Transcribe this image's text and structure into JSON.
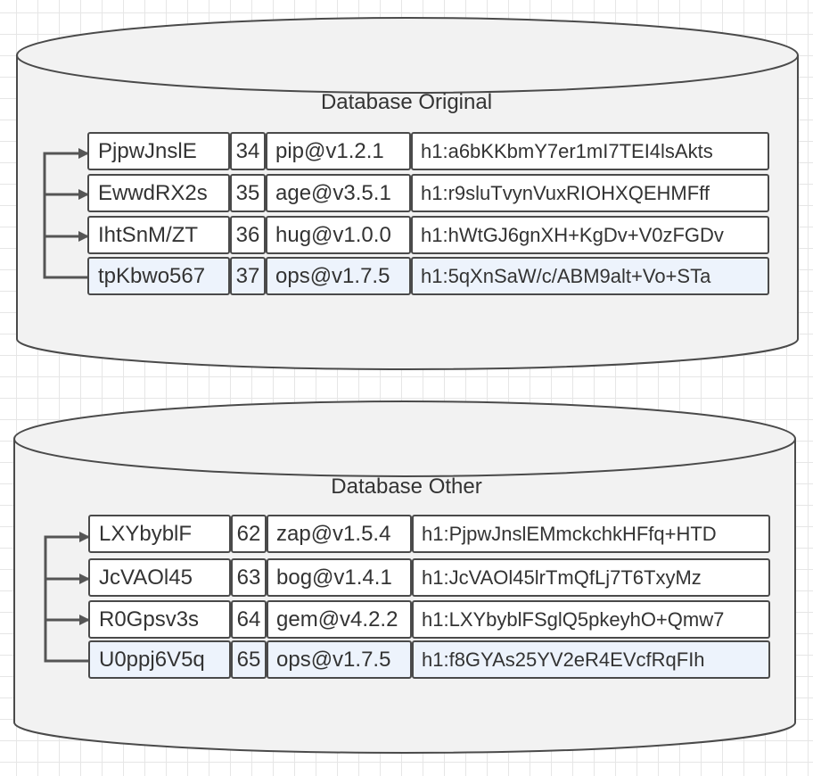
{
  "databases": [
    {
      "title": "Database Original",
      "records": [
        {
          "id": "PjpwJnslE",
          "num": "34",
          "pkg": "pip@v1.2.1",
          "hash": "h1:a6bKKbmY7er1mI7TEI4lsAkts",
          "highlighted": false
        },
        {
          "id": "EwwdRX2s",
          "num": "35",
          "pkg": "age@v3.5.1",
          "hash": "h1:r9sluTvynVuxRIOHXQEHMFff",
          "highlighted": false
        },
        {
          "id": "IhtSnM/ZT",
          "num": "36",
          "pkg": "hug@v1.0.0",
          "hash": "h1:hWtGJ6gnXH+KgDv+V0zFGDv",
          "highlighted": false
        },
        {
          "id": "tpKbwo567",
          "num": "37",
          "pkg": "ops@v1.7.5",
          "hash": "h1:5qXnSaW/c/ABM9alt+Vo+STa",
          "highlighted": true
        }
      ]
    },
    {
      "title": "Database Other",
      "records": [
        {
          "id": "LXYbyblF",
          "num": "62",
          "pkg": "zap@v1.5.4",
          "hash": "h1:PjpwJnslEMmckchkHFfq+HTD",
          "highlighted": false
        },
        {
          "id": "JcVAOl45",
          "num": "63",
          "pkg": "bog@v1.4.1",
          "hash": "h1:JcVAOl45lrTmQfLj7T6TxyMz",
          "highlighted": false
        },
        {
          "id": "R0Gpsv3s",
          "num": "64",
          "pkg": "gem@v4.2.2",
          "hash": "h1:LXYbyblFSglQ5pkeyhO+Qmw7",
          "highlighted": false
        },
        {
          "id": "U0ppj6V5q",
          "num": "65",
          "pkg": "ops@v1.7.5",
          "hash": "h1:f8GYAs25YV2eR4EVcfRqFIh",
          "highlighted": true
        }
      ]
    }
  ],
  "colors": {
    "stroke": "#4a4a4a",
    "fill": "#f2f2f2",
    "highlight": "#edf3fc",
    "text": "#333333"
  }
}
